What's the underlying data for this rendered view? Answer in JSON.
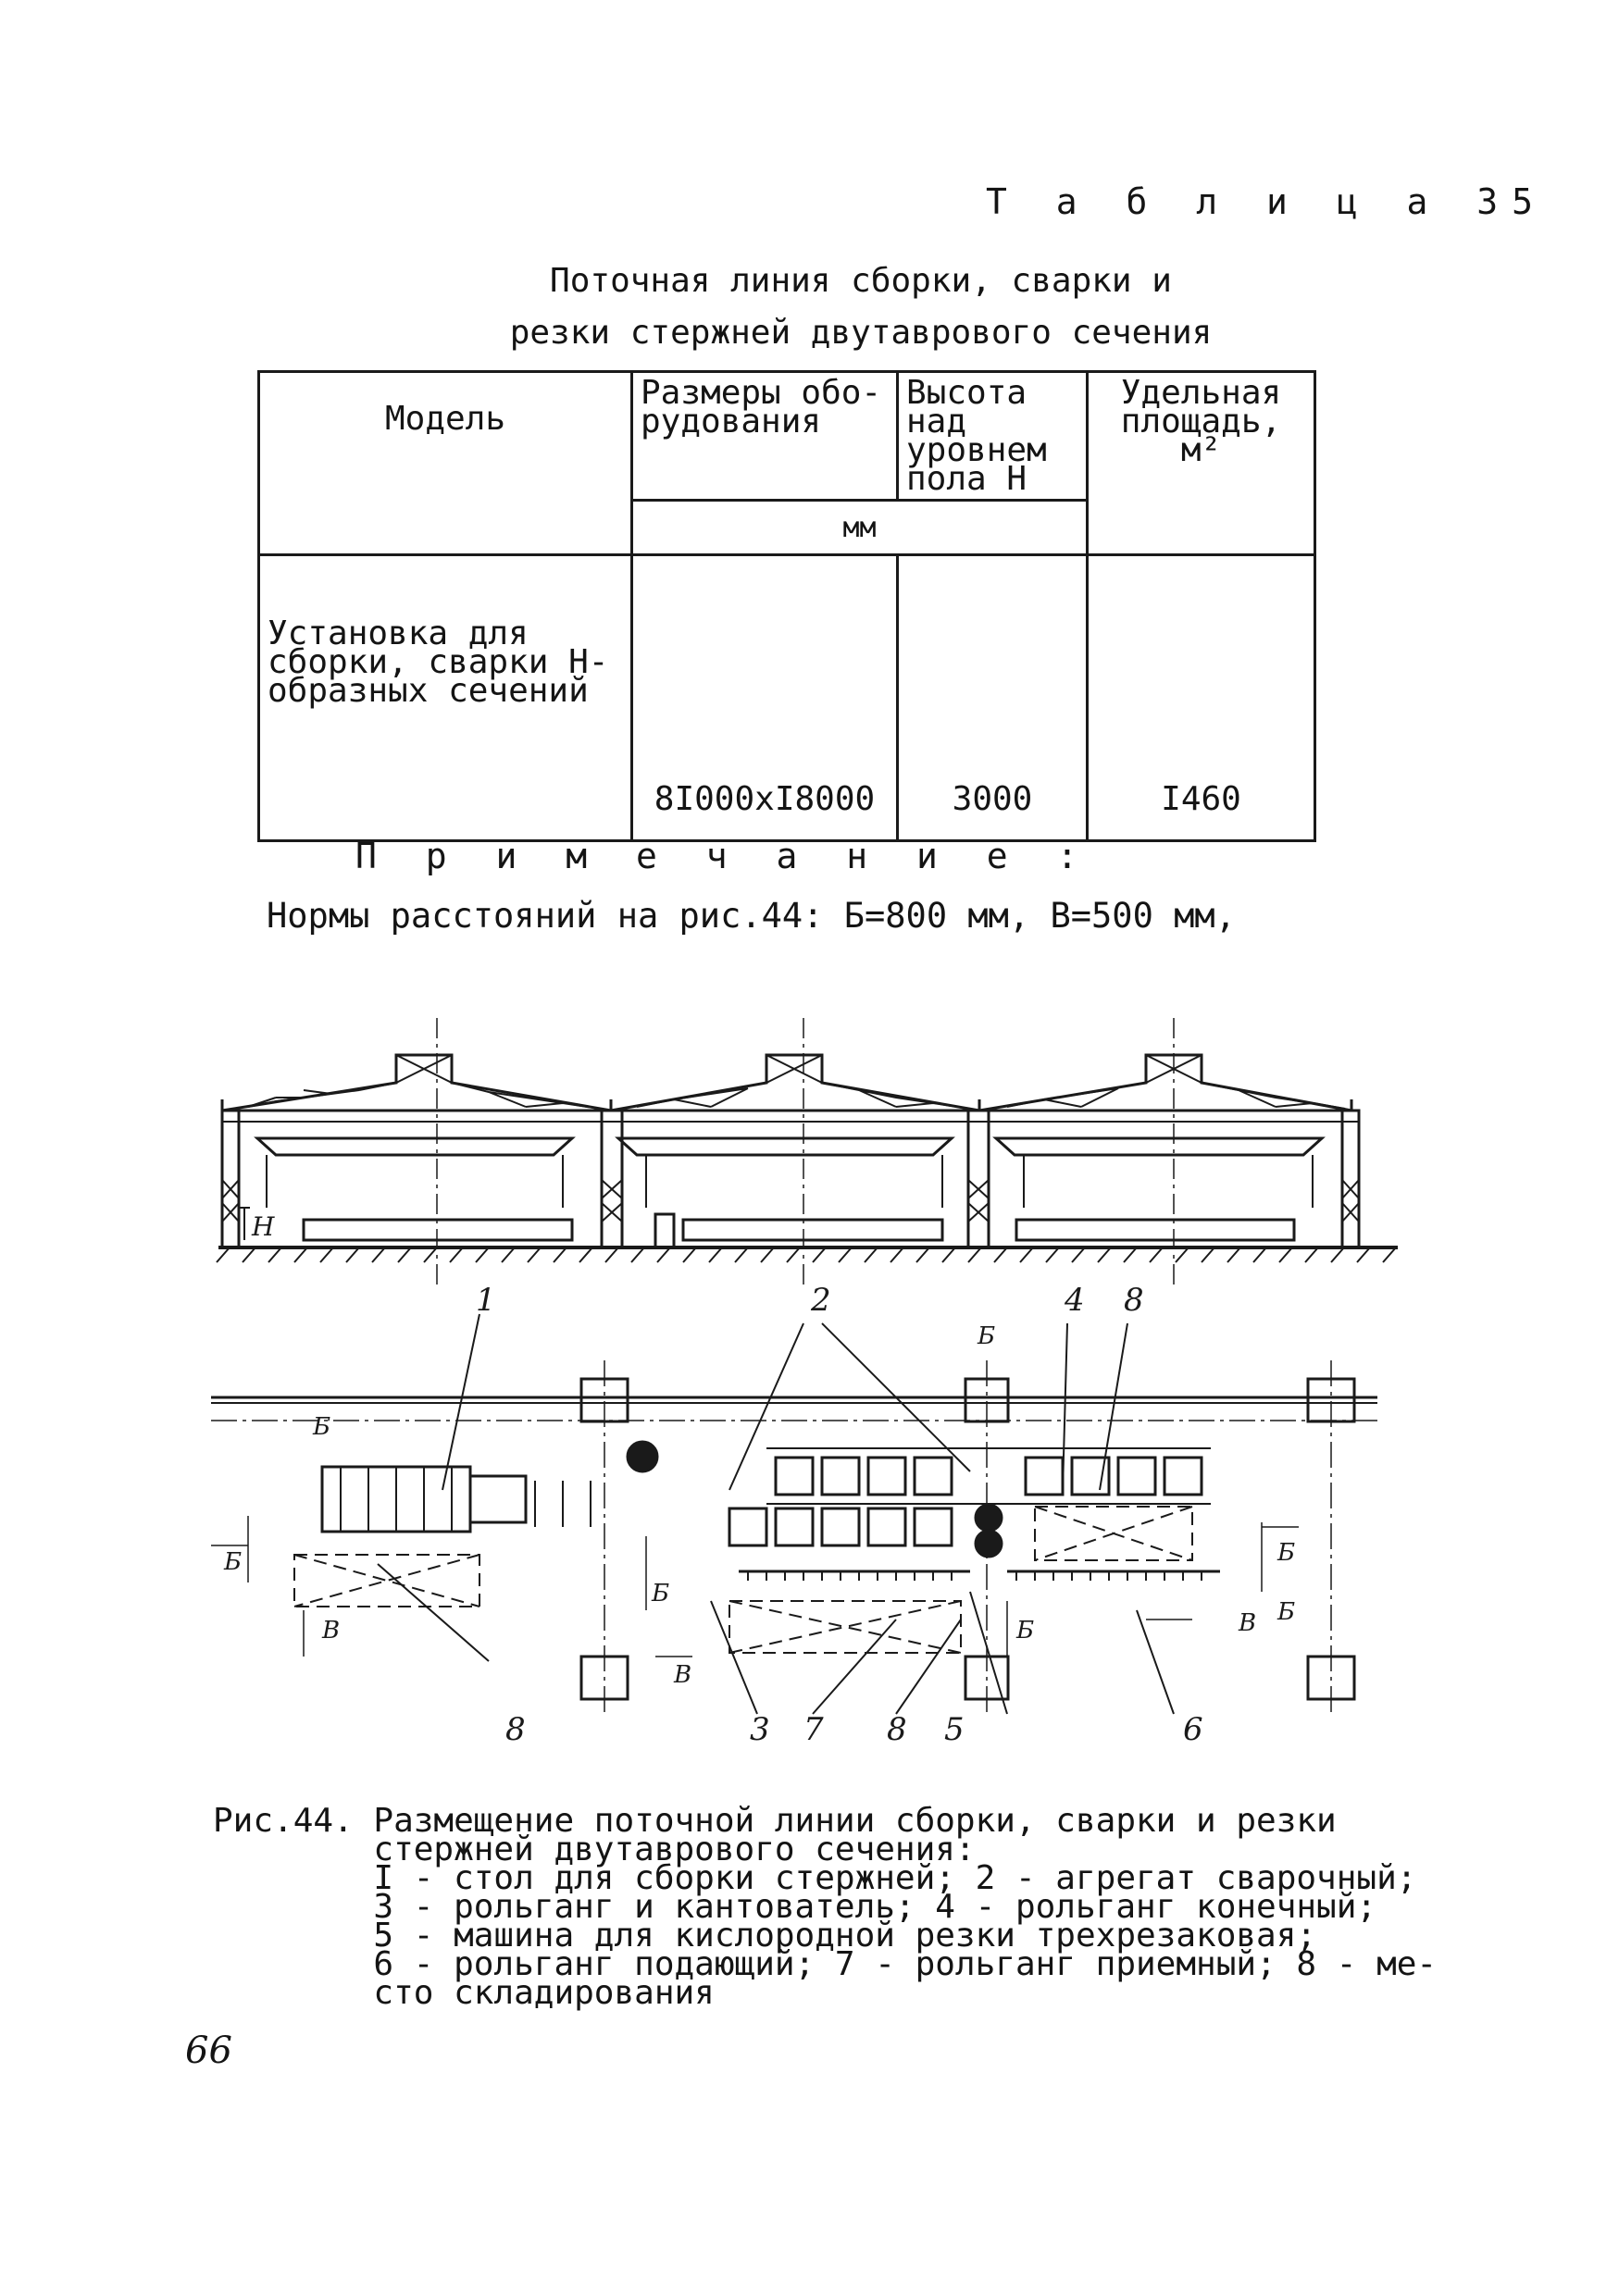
{
  "table_label": "Т а б л и ц а  35",
  "caption_lines": [
    "Поточная линия сборки, сварки и",
    "резки стержней двутаврового сечения"
  ],
  "table": {
    "headers": {
      "model": "Модель",
      "size": "Размеры обо-рудования",
      "height": "Высота над уровнем пола Н",
      "area": "Удельная площадь, м²",
      "unit": "мм"
    },
    "rows": [
      {
        "model": "Установка для сборки, сварки Н-образных сечений",
        "size": "8I000хI8000",
        "height": "3000",
        "area": "I460"
      }
    ]
  },
  "note_title": "П р и м е ч а н и е :",
  "note_text": "Нормы расстояний на рис.44: Б=800 мм, В=500 мм,",
  "figure": {
    "callouts": [
      "1",
      "2",
      "4",
      "8",
      "3",
      "7",
      "8",
      "5",
      "6",
      "8"
    ],
    "dim_labels": [
      "Б",
      "В",
      "Н"
    ]
  },
  "fig_caption": {
    "line1": "Рис.44. Размещение поточной линии сборки, сварки и резки",
    "line2": "        стержней двутаврового сечения:",
    "line3": "        I - стол для сборки стержней; 2 - агрегат сварочный;",
    "line4": "        3 - рольганг и кантователь; 4 - рольганг конечный;",
    "line5": "        5 - машина для кислородной резки трехрезаковая;",
    "line6": "        6 - рольганг подающий; 7 - рольганг приемный; 8 - ме-",
    "line7": "        сто складирования"
  },
  "page_number": "66"
}
